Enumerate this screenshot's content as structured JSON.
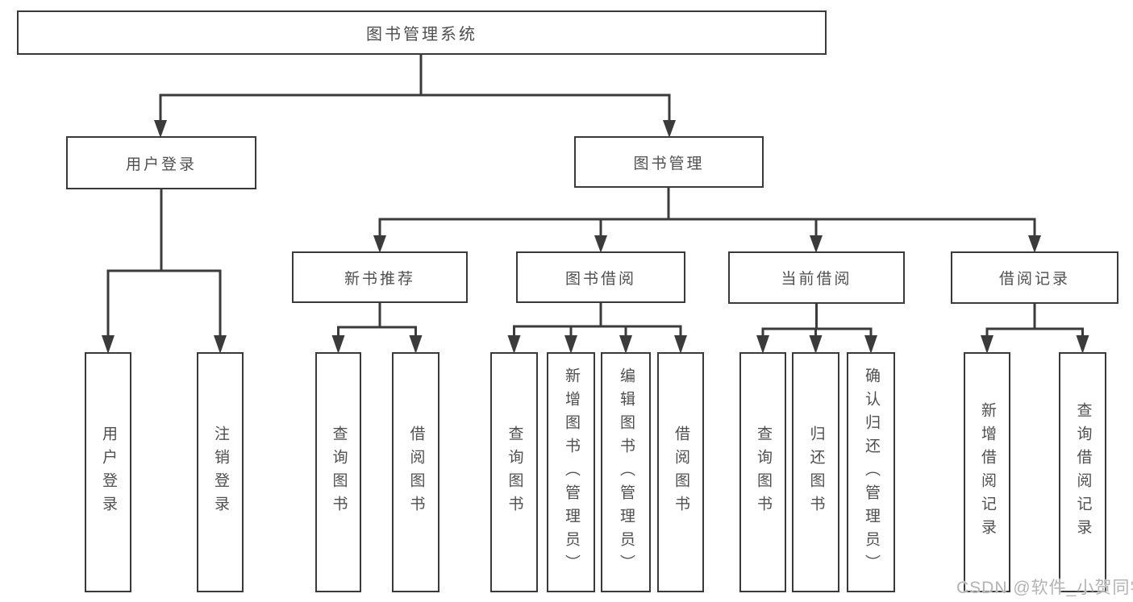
{
  "diagram": {
    "root": {
      "label": "图书管理系统"
    },
    "branches": [
      {
        "label": "用户登录",
        "children": [
          {
            "label": "用户登录"
          },
          {
            "label": "注销登录"
          }
        ]
      },
      {
        "label": "图书管理",
        "groups": [
          {
            "label": "新书推荐",
            "children": [
              {
                "label": "查询图书"
              },
              {
                "label": "借阅图书"
              }
            ]
          },
          {
            "label": "图书借阅",
            "children": [
              {
                "label": "查询图书"
              },
              {
                "label": "新增图书（管理员）"
              },
              {
                "label": "编辑图书（管理员）"
              },
              {
                "label": "借阅图书"
              }
            ]
          },
          {
            "label": "当前借阅",
            "children": [
              {
                "label": "查询图书"
              },
              {
                "label": "归还图书"
              },
              {
                "label": "确认归还（管理员）"
              }
            ]
          },
          {
            "label": "借阅记录",
            "children": [
              {
                "label": "新增借阅记录"
              },
              {
                "label": "查询借阅记录"
              }
            ]
          }
        ]
      }
    ]
  },
  "watermark": {
    "text": "CSDN @软件_小贺同学"
  },
  "colors": {
    "line": "#3b3b3b",
    "box_border": "#3a3a3a",
    "text": "#4f4f4f",
    "watermark": "#b3b3b3",
    "background": "#ffffff"
  }
}
